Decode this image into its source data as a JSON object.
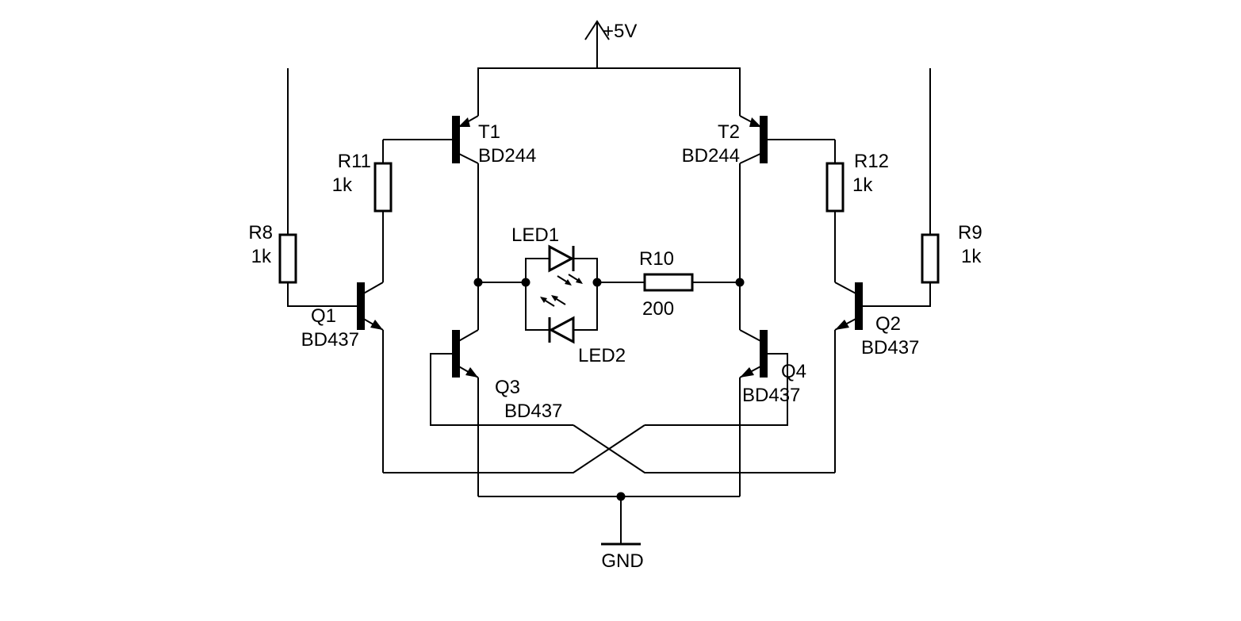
{
  "supply": {
    "label": "+5V"
  },
  "ground": {
    "label": "GND"
  },
  "components": {
    "T1": {
      "ref": "T1",
      "value": "BD244"
    },
    "T2": {
      "ref": "T2",
      "value": "BD244"
    },
    "Q1": {
      "ref": "Q1",
      "value": "BD437"
    },
    "Q2": {
      "ref": "Q2",
      "value": "BD437"
    },
    "Q3": {
      "ref": "Q3",
      "value": "BD437"
    },
    "Q4": {
      "ref": "Q4",
      "value": "BD437"
    },
    "R8": {
      "ref": "R8",
      "value": "1k"
    },
    "R9": {
      "ref": "R9",
      "value": "1k"
    },
    "R10": {
      "ref": "R10",
      "value": "200"
    },
    "R11": {
      "ref": "R11",
      "value": "1k"
    },
    "R12": {
      "ref": "R12",
      "value": "1k"
    },
    "LED1": {
      "ref": "LED1"
    },
    "LED2": {
      "ref": "LED2"
    }
  }
}
